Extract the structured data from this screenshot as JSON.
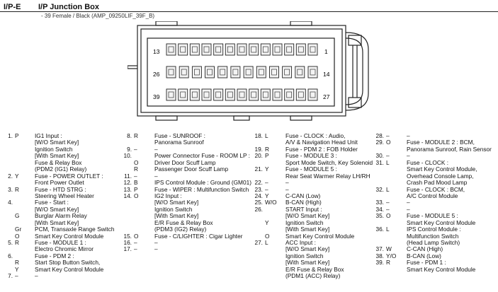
{
  "header": {
    "code": "I/P-E",
    "title": "I/P Junction Box",
    "subtitle": "- 39 Female / Black (AMP_09250LIF_39F_B)"
  },
  "connector": {
    "labels": {
      "pin13": "13",
      "pin1": "1",
      "pin26": "26",
      "pin14": "14",
      "pin39": "39",
      "pin27": "27"
    },
    "rows": [
      13,
      12,
      13
    ]
  },
  "columns": [
    [
      {
        "pin": "1.",
        "wire": "P",
        "desc": "IG1 Input :"
      },
      {
        "pin": "",
        "wire": "",
        "desc": "[W/O Smart Key]"
      },
      {
        "pin": "",
        "wire": "",
        "desc": "Ignition Switch"
      },
      {
        "pin": "",
        "wire": "",
        "desc": "[With Smart Key]"
      },
      {
        "pin": "",
        "wire": "",
        "desc": "Fuse & Relay Box"
      },
      {
        "pin": "",
        "wire": "",
        "desc": "(PDM2 (IG1) Relay)"
      },
      {
        "pin": "2.",
        "wire": "Y",
        "desc": "Fuse - POWER OUTLET :"
      },
      {
        "pin": "",
        "wire": "",
        "desc": "Front Power Outlet"
      },
      {
        "pin": "3.",
        "wire": "R",
        "desc": "Fuse - HTD STRG :"
      },
      {
        "pin": "",
        "wire": "",
        "desc": "Steering  Wheel Heater"
      },
      {
        "pin": "4.",
        "wire": "",
        "desc": "Fuse - Start :"
      },
      {
        "pin": "",
        "wire": "",
        "desc": "[W/O Smart Key]"
      },
      {
        "pin": "",
        "wire": "G",
        "desc": "Burglar Alarm Relay"
      },
      {
        "pin": "",
        "wire": "",
        "desc": "[With Smart Key]"
      },
      {
        "pin": "",
        "wire": "Gr",
        "desc": "PCM, Transaxle Range Switch"
      },
      {
        "pin": "",
        "wire": "O",
        "desc": "Smart Key Control Module"
      },
      {
        "pin": "5.",
        "wire": "R",
        "desc": "Fuse - MODULE 1 :"
      },
      {
        "pin": "",
        "wire": "",
        "desc": "Electro Chromic Mirror"
      },
      {
        "pin": "6.",
        "wire": "",
        "desc": "Fuse - PDM 2 :"
      },
      {
        "pin": "",
        "wire": "R",
        "desc": "Start Stop Button Switch,"
      },
      {
        "pin": "",
        "wire": "Y",
        "desc": "Smart Key Control Module"
      },
      {
        "pin": "7.",
        "wire": "–",
        "desc": "–"
      }
    ],
    [
      {
        "pin": "8.",
        "wire": "R",
        "desc": "Fuse - SUNROOF :"
      },
      {
        "pin": "",
        "wire": "",
        "desc": "Panorama Sunroof"
      },
      {
        "pin": "9.",
        "wire": "–",
        "desc": "–"
      },
      {
        "pin": "10.",
        "wire": "",
        "desc": "Power Connector Fuse - ROOM LP :"
      },
      {
        "pin": "",
        "wire": "O",
        "desc": "Driver Door Scuff Lamp"
      },
      {
        "pin": "",
        "wire": "R",
        "desc": "Passenger Door Scuff Lamp"
      },
      {
        "pin": "11.",
        "wire": "–",
        "desc": "–"
      },
      {
        "pin": "12.",
        "wire": "B",
        "desc": "IPS Control Module : Ground (GM01)"
      },
      {
        "pin": "13.",
        "wire": "P",
        "desc": "Fuse - WIPER : Multifunction Switch"
      },
      {
        "pin": "14.",
        "wire": "O",
        "desc": "IG2 Input :"
      },
      {
        "pin": "",
        "wire": "",
        "desc": "[W/O Smart Key]"
      },
      {
        "pin": "",
        "wire": "",
        "desc": "Ignition Switch"
      },
      {
        "pin": "",
        "wire": "",
        "desc": "[With Smart Key]"
      },
      {
        "pin": "",
        "wire": "",
        "desc": "E/R Fuse & Relay Box"
      },
      {
        "pin": "",
        "wire": "",
        "desc": "(PDM3 (IG2) Relay)"
      },
      {
        "pin": "15.",
        "wire": "O",
        "desc": "Fuse - C/LIGHTER : Cigar Lighter"
      },
      {
        "pin": "16.",
        "wire": "–",
        "desc": "–"
      },
      {
        "pin": "17.",
        "wire": "–",
        "desc": "–"
      }
    ],
    [
      {
        "pin": "18.",
        "wire": "L",
        "desc": "Fuse - CLOCK : Audio,"
      },
      {
        "pin": "",
        "wire": "",
        "desc": "A/V & Navigation Head Unit"
      },
      {
        "pin": "19.",
        "wire": "R",
        "desc": "Fuse - PDM 2 : FOB Holder"
      },
      {
        "pin": "20.",
        "wire": "P",
        "desc": "Fuse - MODULE 3 :"
      },
      {
        "pin": "",
        "wire": "",
        "desc": "Sport Mode Switch, Key Solenoid"
      },
      {
        "pin": "21.",
        "wire": "Y",
        "desc": "Fuse - MODULE 5 :"
      },
      {
        "pin": "",
        "wire": "",
        "desc": "Rear Seat Warmer Relay LH/RH"
      },
      {
        "pin": "22.",
        "wire": "–",
        "desc": "–"
      },
      {
        "pin": "23.",
        "wire": "–",
        "desc": "–"
      },
      {
        "pin": "24.",
        "wire": "Y",
        "desc": "C-CAN (Low)"
      },
      {
        "pin": "25.",
        "wire": "W/O",
        "desc": "B-CAN (High)"
      },
      {
        "pin": "26.",
        "wire": "",
        "desc": "START Input :"
      },
      {
        "pin": "",
        "wire": "",
        "desc": "[W/O Smart Key]"
      },
      {
        "pin": "",
        "wire": "Y",
        "desc": "Ignition Switch"
      },
      {
        "pin": "",
        "wire": "",
        "desc": "[With Smart Key]"
      },
      {
        "pin": "",
        "wire": "O",
        "desc": "Smart Key Control Module"
      },
      {
        "pin": "27.",
        "wire": "L",
        "desc": "ACC Input :"
      },
      {
        "pin": "",
        "wire": "",
        "desc": "[W/O Smart Key]"
      },
      {
        "pin": "",
        "wire": "",
        "desc": "Ignition Switch"
      },
      {
        "pin": "",
        "wire": "",
        "desc": "[With Smart Key]"
      },
      {
        "pin": "",
        "wire": "",
        "desc": "E/R Fuse & Relay Box"
      },
      {
        "pin": "",
        "wire": "",
        "desc": "(PDM1 (ACC) Relay)"
      }
    ],
    [
      {
        "pin": "28.",
        "wire": "–",
        "desc": "–"
      },
      {
        "pin": "29.",
        "wire": "O",
        "desc": "Fuse - MODULE 2 : BCM,"
      },
      {
        "pin": "",
        "wire": "",
        "desc": "Panorama Sunroof, Rain Sensor"
      },
      {
        "pin": "30.",
        "wire": "–",
        "desc": "–"
      },
      {
        "pin": "31.",
        "wire": "L",
        "desc": "Fuse - CLOCK :"
      },
      {
        "pin": "",
        "wire": "",
        "desc": "Smart Key Control Module,"
      },
      {
        "pin": "",
        "wire": "",
        "desc": "Overhead Console Lamp,"
      },
      {
        "pin": "",
        "wire": "",
        "desc": "Crash Pad Mood Lamp"
      },
      {
        "pin": "32.",
        "wire": "L",
        "desc": "Fuse - CLOCK : BCM,"
      },
      {
        "pin": "",
        "wire": "",
        "desc": "A/C Control Module"
      },
      {
        "pin": "33.",
        "wire": "–",
        "desc": "–"
      },
      {
        "pin": "34.",
        "wire": "–",
        "desc": "–"
      },
      {
        "pin": "35.",
        "wire": "O",
        "desc": "Fuse - MODULE 5 :"
      },
      {
        "pin": "",
        "wire": "",
        "desc": "Smart Key Control Module"
      },
      {
        "pin": "36.",
        "wire": "L",
        "desc": "IPS Control Module :"
      },
      {
        "pin": "",
        "wire": "",
        "desc": "Multifunction Switch"
      },
      {
        "pin": "",
        "wire": "",
        "desc": "(Head Lamp Switch)"
      },
      {
        "pin": "37.",
        "wire": "W",
        "desc": "C-CAN (High)"
      },
      {
        "pin": "38.",
        "wire": "Y/O",
        "desc": "B-CAN (Low)"
      },
      {
        "pin": "39.",
        "wire": "R",
        "desc": "Fuse - PDM 1 :"
      },
      {
        "pin": "",
        "wire": "",
        "desc": "Smart Key Control Module"
      }
    ]
  ]
}
